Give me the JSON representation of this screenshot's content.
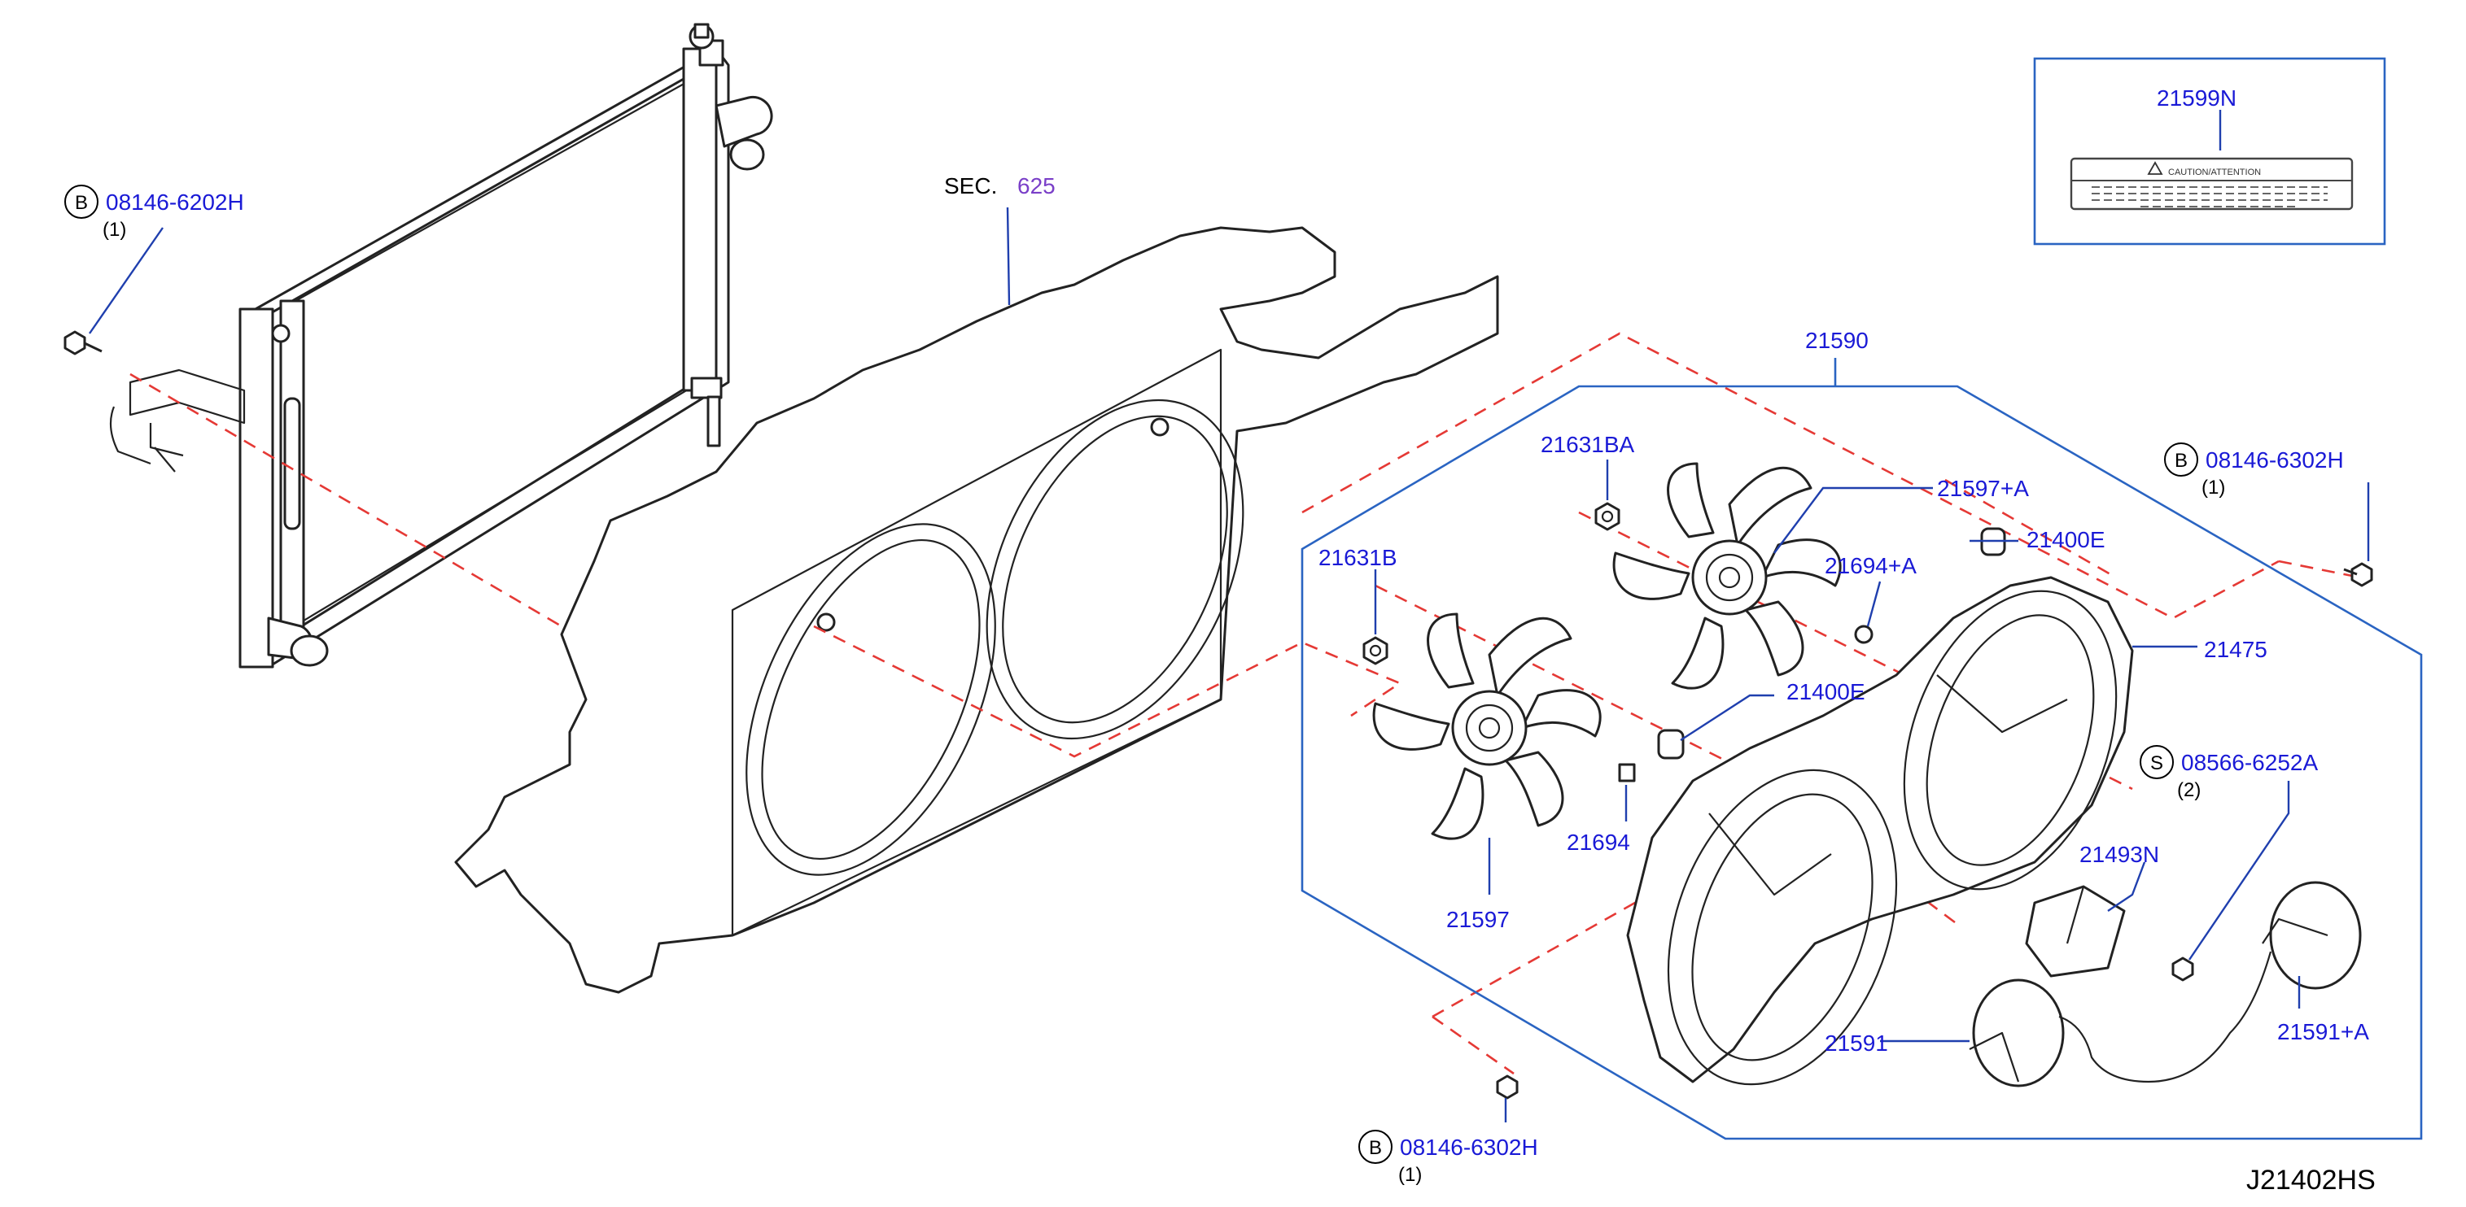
{
  "callouts": {
    "c_08146_6202H": "08146-6202H",
    "c_08146_6302H_right": "08146-6302H",
    "c_08146_6302H_bottom": "08146-6302H",
    "c_08566_6252A": "08566-6252A",
    "c_21590": "21590",
    "c_21631BA": "21631BA",
    "c_21631B": "21631B",
    "c_21597A": "21597+A",
    "c_21400E_top": "21400E",
    "c_21400E_mid": "21400E",
    "c_21694A": "21694+A",
    "c_21694": "21694",
    "c_21475": "21475",
    "c_21597": "21597",
    "c_21493N": "21493N",
    "c_21591": "21591",
    "c_21591A": "21591+A",
    "c_21599N": "21599N"
  },
  "quantities": {
    "q_08146_6202H": "(1)",
    "q_08146_6302H_right": "(1)",
    "q_08146_6302H_bottom": "(1)",
    "q_08566_6252A": "(2)"
  },
  "badges": {
    "b1": "B",
    "b2": "B",
    "b3": "B",
    "s1": "S"
  },
  "section": {
    "label": "SEC.",
    "number": "625"
  },
  "label_card": {
    "caution_text": "CAUTION/ATTENTION"
  },
  "diagram_code": "J21402HS",
  "colors": {
    "callout_blue": "#1a1ad6",
    "dash_red": "#e53935",
    "frame_blue": "#2a64c2",
    "section_purple": "#7a3fc8"
  }
}
